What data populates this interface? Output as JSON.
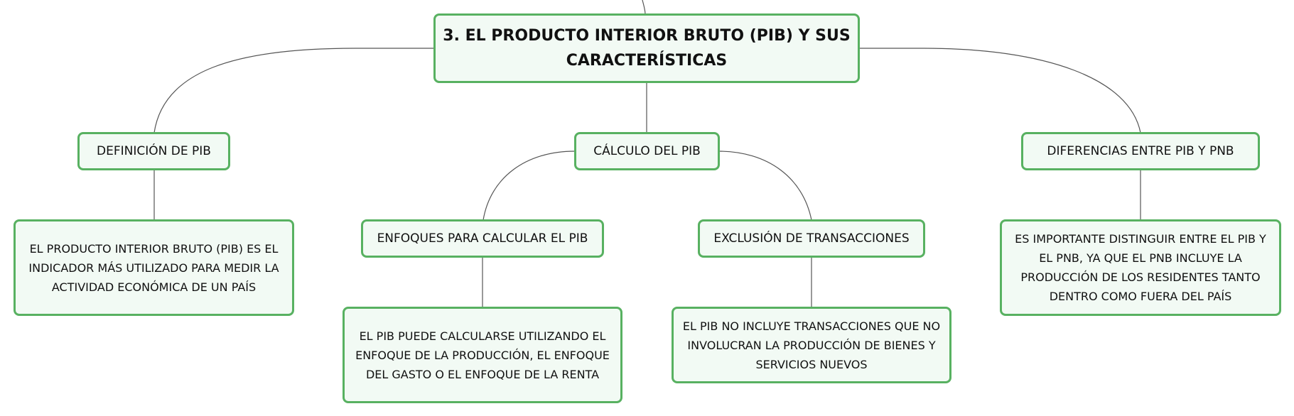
{
  "root": {
    "label": "3. EL PRODUCTO INTERIOR BRUTO (PIB) Y SUS CARACTERÍSTICAS"
  },
  "branches": [
    {
      "label": "DEFINICIÓN DE PIB",
      "children": [
        {
          "label": "EL PRODUCTO INTERIOR BRUTO (PIB) ES EL INDICADOR MÁS UTILIZADO PARA MEDIR LA ACTIVIDAD ECONÓMICA DE UN PAÍS"
        }
      ]
    },
    {
      "label": "CÁLCULO DEL PIB",
      "children": [
        {
          "label": "ENFOQUES PARA CALCULAR EL PIB",
          "children": [
            {
              "label": "EL PIB PUEDE CALCULARSE UTILIZANDO EL ENFOQUE DE LA PRODUCCIÓN, EL ENFOQUE DEL GASTO O EL ENFOQUE DE LA RENTA"
            }
          ]
        },
        {
          "label": "EXCLUSIÓN DE TRANSACCIONES",
          "children": [
            {
              "label": "EL PIB NO INCLUYE TRANSACCIONES QUE NO INVOLUCRAN LA PRODUCCIÓN DE BIENES Y SERVICIOS NUEVOS"
            }
          ]
        }
      ]
    },
    {
      "label": "DIFERENCIAS ENTRE PIB Y PNB",
      "children": [
        {
          "label": "ES IMPORTANTE DISTINGUIR ENTRE EL PIB Y EL PNB, YA QUE EL PNB INCLUYE LA PRODUCCIÓN DE LOS RESIDENTES TANTO DENTRO COMO FUERA DEL PAÍS"
        }
      ]
    }
  ],
  "colors": {
    "node_border": "#58b161",
    "node_fill": "#f2faf4",
    "connector": "#555555"
  }
}
